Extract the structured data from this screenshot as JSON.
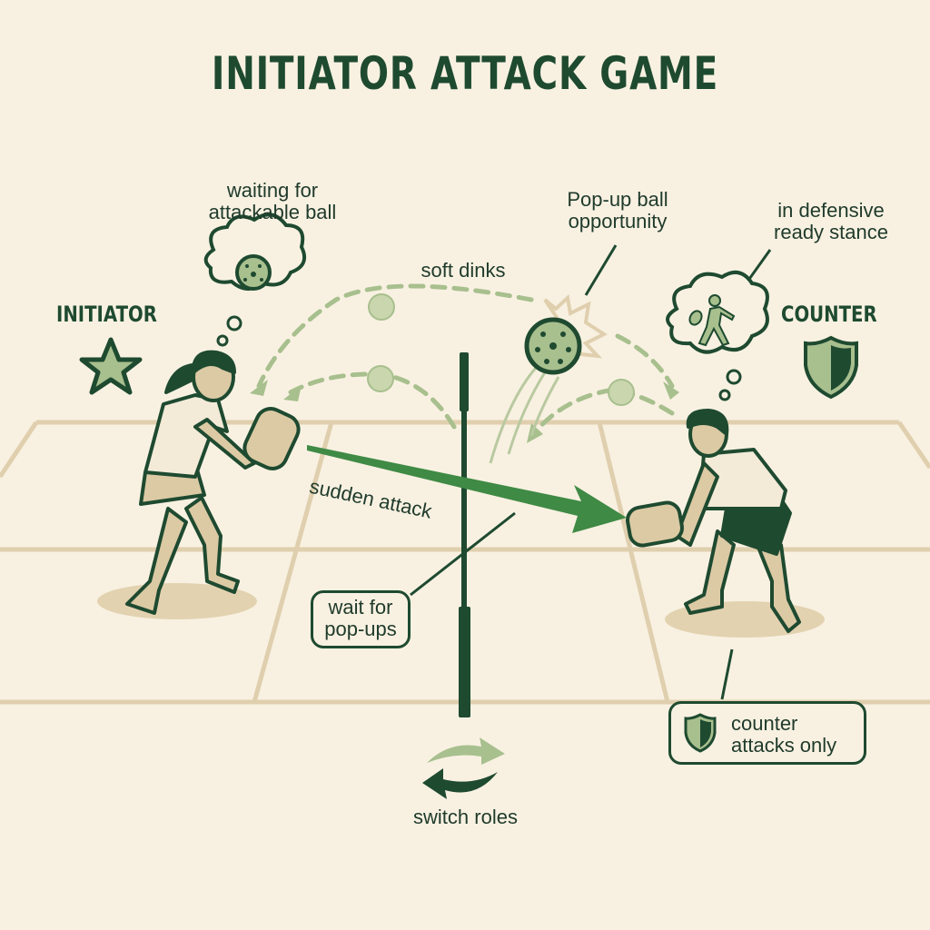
{
  "title": "INITIATOR ATTACK GAME",
  "roles": {
    "initiator": {
      "label": "INITIATOR",
      "icon": "star-icon"
    },
    "counter": {
      "label": "COUNTER",
      "icon": "shield-icon"
    }
  },
  "annotations": {
    "initiator_thought": "waiting for attackable ball",
    "initiator_thought_line1": "waiting for",
    "initiator_thought_line2": "attackable ball",
    "soft_dinks": "soft dinks",
    "popup_line1": "Pop-up ball",
    "popup_line2": "opportunity",
    "counter_thought_line1": "in defensive",
    "counter_thought_line2": "ready stance",
    "sudden_attack": "sudden attack",
    "wait_line1": "wait for",
    "wait_line2": "pop-ups",
    "counter_box_line1": "counter",
    "counter_box_line2": "attacks only",
    "switch_roles": "switch roles"
  },
  "colors": {
    "background": "#f8f1e1",
    "dark_green": "#1e4a30",
    "mid_green": "#3f8a45",
    "light_green": "#a8bf8e",
    "court_line": "#e0cfae",
    "skin": "#dccaa5"
  }
}
